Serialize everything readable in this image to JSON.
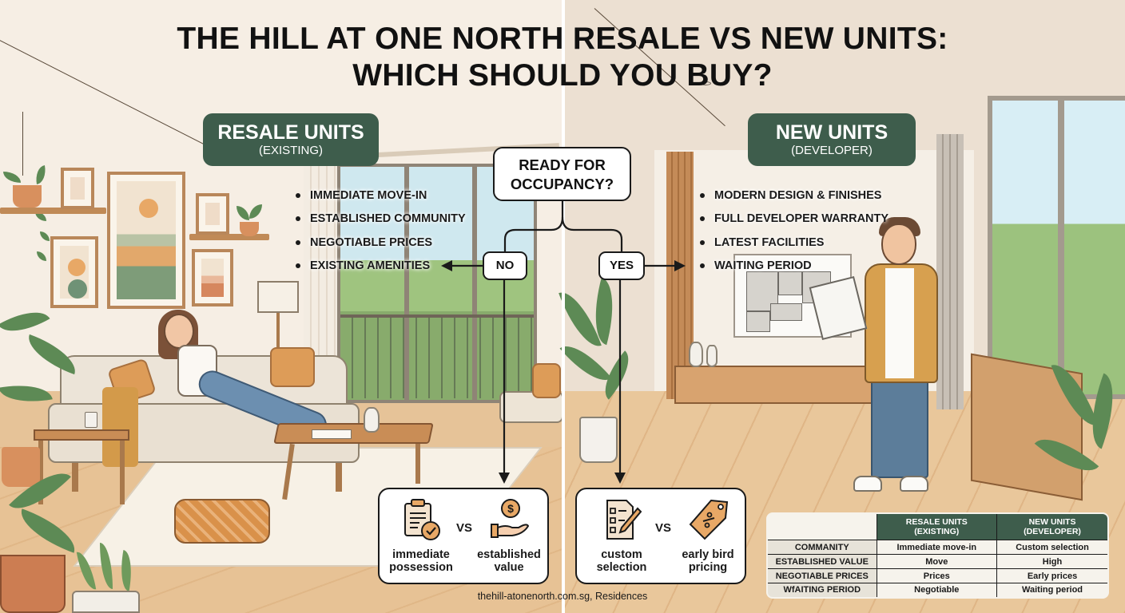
{
  "title": {
    "line1": "THE HILL AT ONE NORTH RESALE VS NEW UNITS:",
    "line2": "WHICH SHOULD YOU BUY?"
  },
  "resale": {
    "badge_main": "RESALE UNITS",
    "badge_sub": "(EXISTING)",
    "bullets": [
      "IMMEDIATE MOVE-IN",
      "ESTABLISHED COMMUNITY",
      "NEGOTIABLE PRICES",
      "EXISTING AMENITIES"
    ]
  },
  "new_units": {
    "badge_main": "NEW UNITS",
    "badge_sub": "(DEVELOPER)",
    "bullets": [
      "MODERN DESIGN & FINISHES",
      "FULL DEVELOPER WARRANTY",
      "LATEST FACILITIES",
      "WAITING PERIOD"
    ]
  },
  "flow": {
    "question_line1": "READY FOR",
    "question_line2": "OCCUPANCY?",
    "no_label": "NO",
    "yes_label": "YES"
  },
  "vs_cards": {
    "vs_word": "VS",
    "resale": [
      {
        "icon": "clipboard-check-icon",
        "line1": "immediate",
        "line2": "possession"
      },
      {
        "icon": "hand-dollar-icon",
        "line1": "established",
        "line2": "value"
      }
    ],
    "new_units": [
      {
        "icon": "checklist-pencil-icon",
        "line1": "custom",
        "line2": "selection"
      },
      {
        "icon": "price-tag-percent-icon",
        "line1": "early bird",
        "line2": "pricing"
      }
    ]
  },
  "comparison_table": {
    "headers": [
      {
        "line1": "",
        "line2": ""
      },
      {
        "line1": "RESALE UNITS",
        "line2": "(EXISTING)"
      },
      {
        "line1": "NEW UNITS",
        "line2": "(DEVELOPER)"
      }
    ],
    "rows": [
      {
        "label": "COMMANITY",
        "resale": "Immediate move-in",
        "new": "Custom selection"
      },
      {
        "label": "ESTABLISHED VALUE",
        "resale": "Move",
        "new": "High"
      },
      {
        "label": "NEGOTIABLE PRICES",
        "resale": "Prices",
        "new": "Early prices"
      },
      {
        "label": "WfAITING PERIOD",
        "resale": "Negotiable",
        "new": "Waiting period"
      }
    ]
  },
  "footer": "thehill-atonenorth.com.sg, Residences",
  "colors": {
    "badge_green": "#3e5d4c",
    "accent_orange": "#e8a866",
    "text_dark": "#1a1a1a"
  }
}
